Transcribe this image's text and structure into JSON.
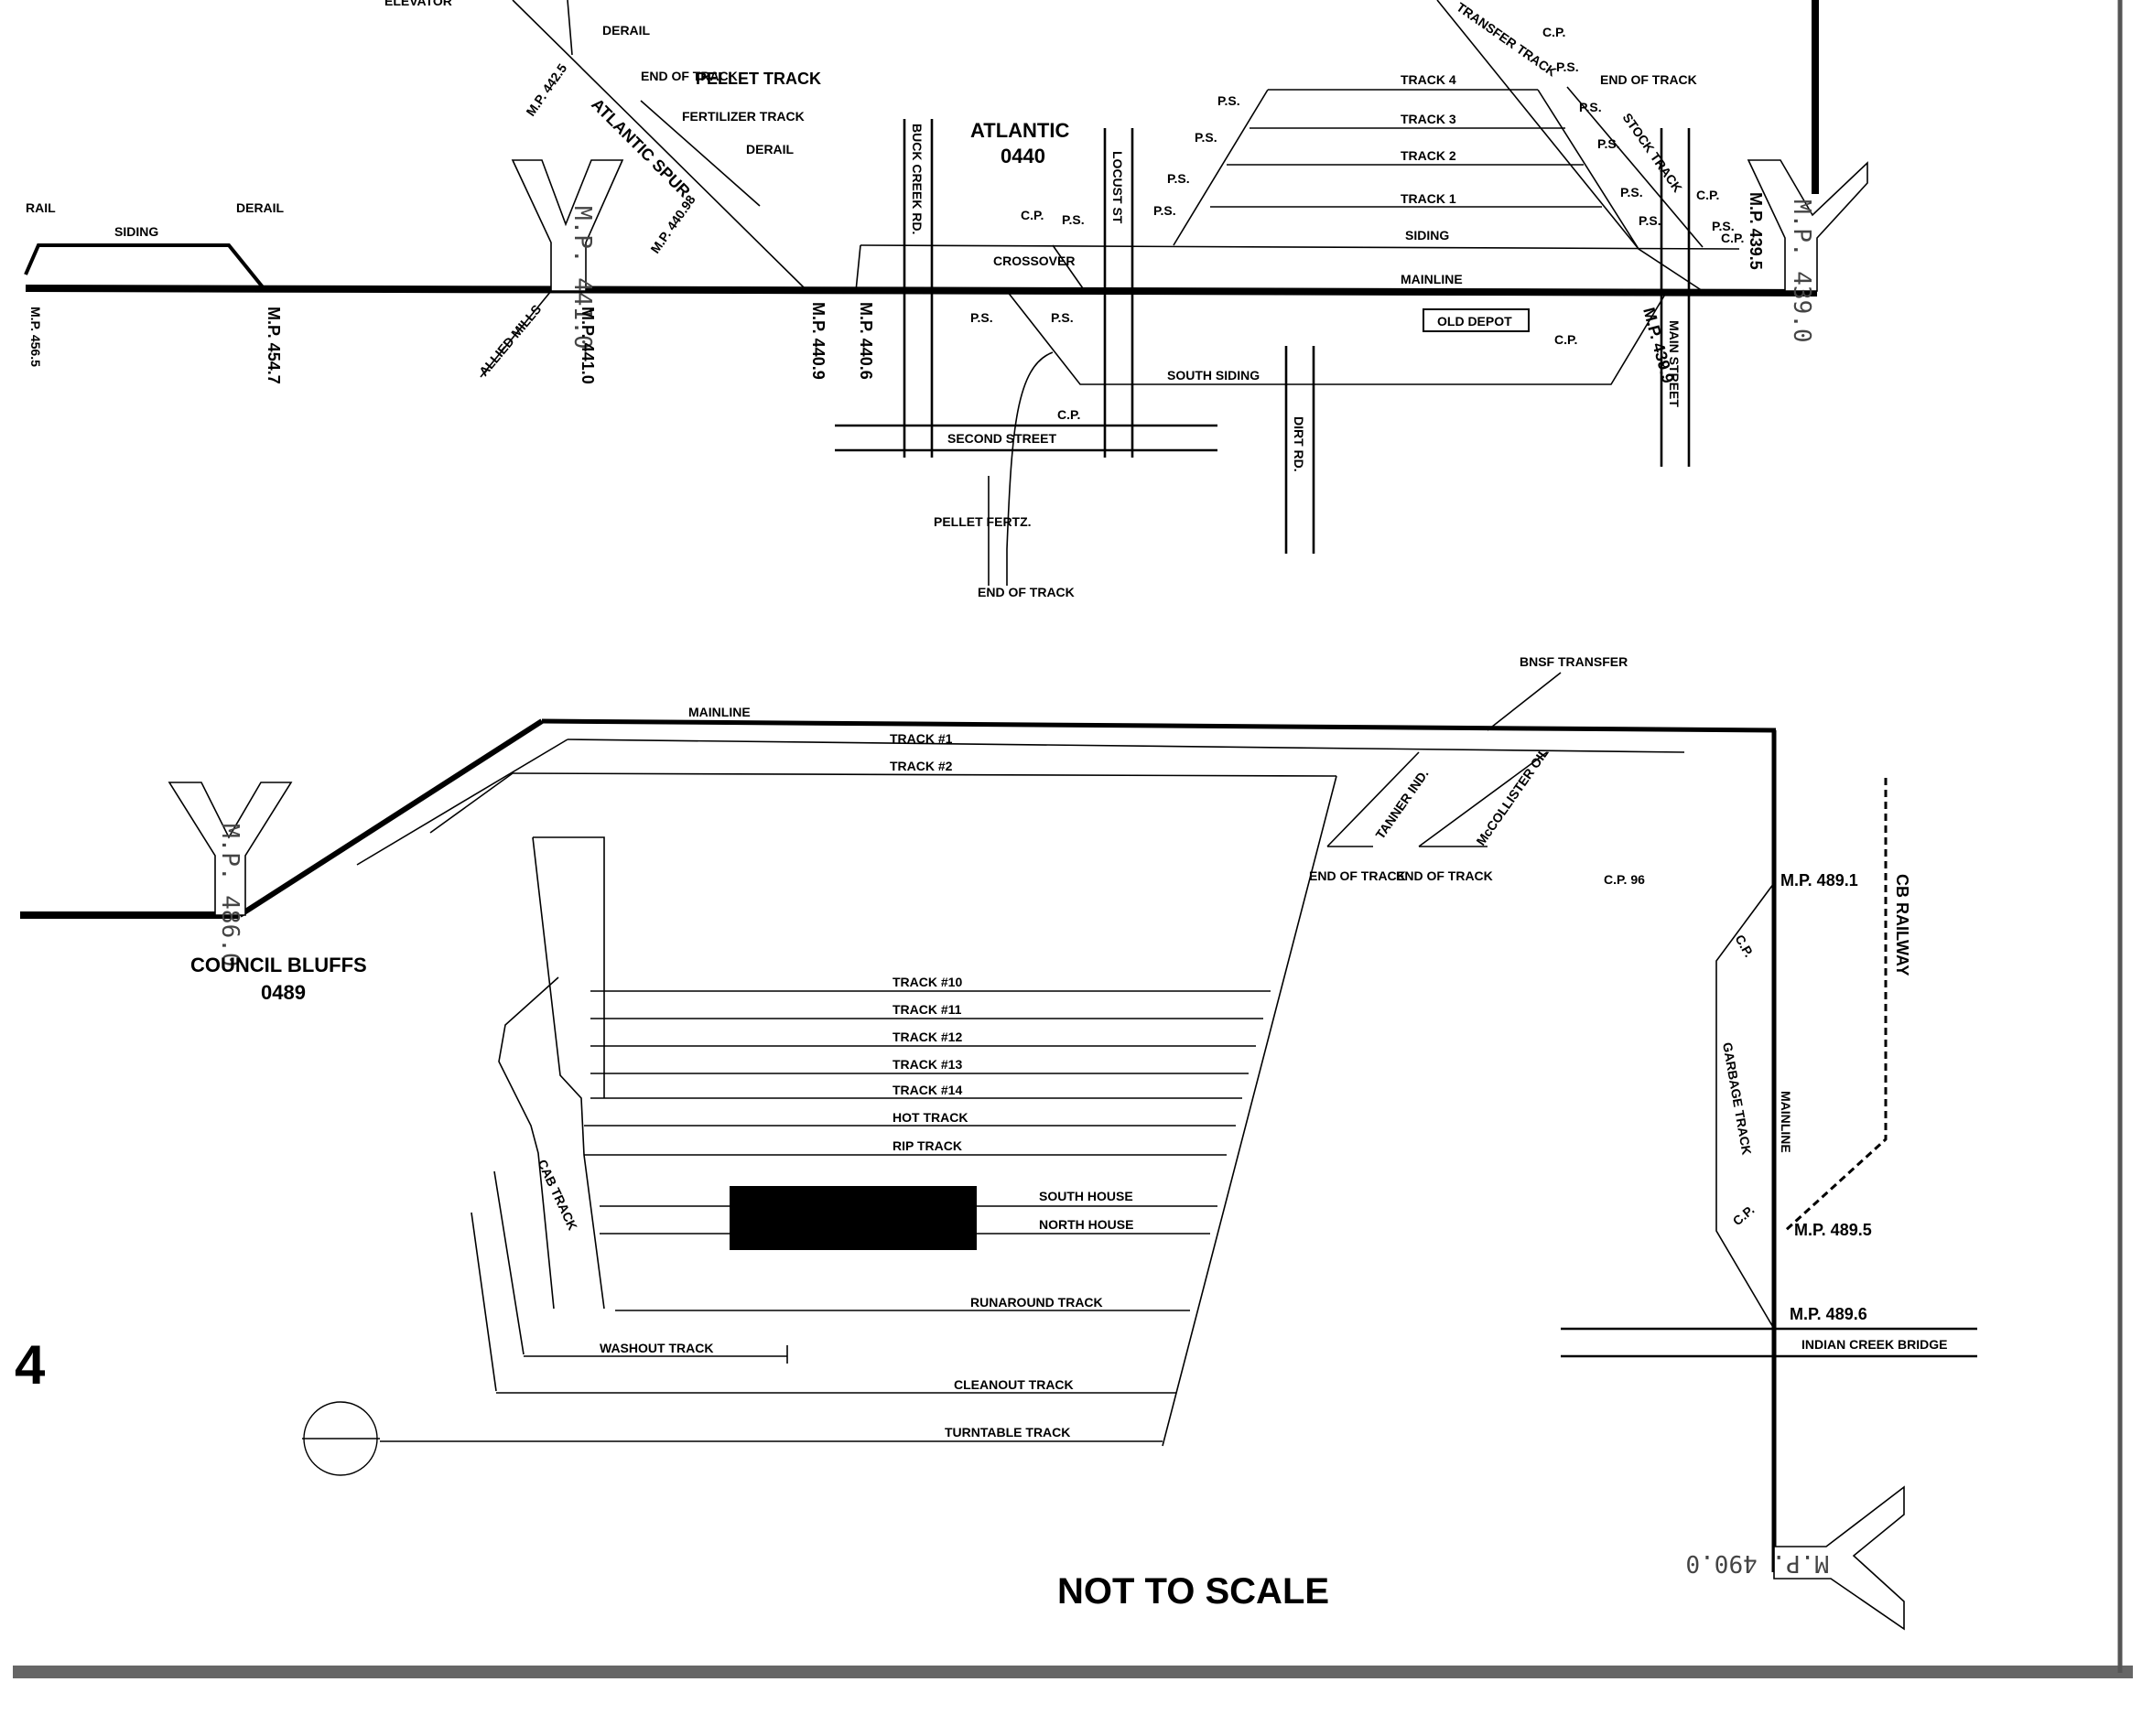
{
  "page_number": "4",
  "footer_note": "NOT TO SCALE",
  "atlantic": {
    "station_name": "ATLANTIC",
    "station_code": "0440",
    "tracks": [
      "TRACK 4",
      "TRACK 3",
      "TRACK 2",
      "TRACK 1",
      "SIDING",
      "MAINLINE"
    ],
    "siding_left": "SIDING",
    "derail": "DERAIL",
    "rail": "RAIL",
    "pellet_track": "PELLET TRACK",
    "fertilizer_track": "FERTILIZER TRACK",
    "atlantic_spur": "ATLANTIC SPUR",
    "end_of_track": "END OF TRACK",
    "allied_mills": "ALLIED MILLS",
    "crossover": "CROSSOVER",
    "south_siding": "SOUTH SIDING",
    "second_street": "SECOND STREET",
    "buck_creek_rd": "BUCK CREEK RD.",
    "locust_st": "LOCUST ST",
    "main_street": "MAIN STREET",
    "dirt_rd": "DIRT RD.",
    "pellet_fertz": "PELLET FERTZ.",
    "old_depot": "OLD DEPOT",
    "stock_track": "STOCK TRACK",
    "transfer_track": "TRANSFER TRACK",
    "elevator": "ELEVATOR",
    "ps": "P.S.",
    "cp": "C.P.",
    "mileposts": [
      "M.P. 456.5",
      "M.P. 454.7",
      "M.P. 442.5",
      "M.P. 440.98",
      "M.P. 441.0",
      "M.P. 440.9",
      "M.P. 440.6",
      "M.P. 439.9",
      "M.P. 439.5"
    ],
    "wye_left": "M.P. 441.0",
    "wye_right": "M.P. 439.0"
  },
  "council_bluffs": {
    "station_name": "COUNCIL BLUFFS",
    "station_code": "0489",
    "wye": "M.P. 486.0",
    "wye_bottom": "M.P. 490.0",
    "mainline": "MAINLINE",
    "bnsf_transfer": "BNSF TRANSFER",
    "tracks_top": [
      "TRACK #1",
      "TRACK #2"
    ],
    "tanner_ind": "TANNER IND.",
    "mccollister_oil": "McCOLLISTER OIL",
    "end_of_track": "END OF TRACK",
    "cp_96": "C.P. 96",
    "yard_tracks": [
      "TRACK #10",
      "TRACK #11",
      "TRACK #12",
      "TRACK #13",
      "TRACK #14",
      "HOT TRACK",
      "RIP TRACK"
    ],
    "south_house": "SOUTH HOUSE",
    "north_house": "NORTH HOUSE",
    "runaround": "RUNAROUND TRACK",
    "washout": "WASHOUT TRACK",
    "cleanout": "CLEANOUT TRACK",
    "turntable": "TURNTABLE TRACK",
    "cab_track": "CAB TRACK",
    "cb_railway": "CB RAILWAY",
    "garbage_track": "GARBAGE TRACK",
    "mainline_v": "MAINLINE",
    "indian_creek": "INDIAN CREEK BRIDGE",
    "mp_1": "M.P. 489.1",
    "mp_5": "M.P. 489.5",
    "mp_6": "M.P. 489.6",
    "cp": "C.P."
  }
}
